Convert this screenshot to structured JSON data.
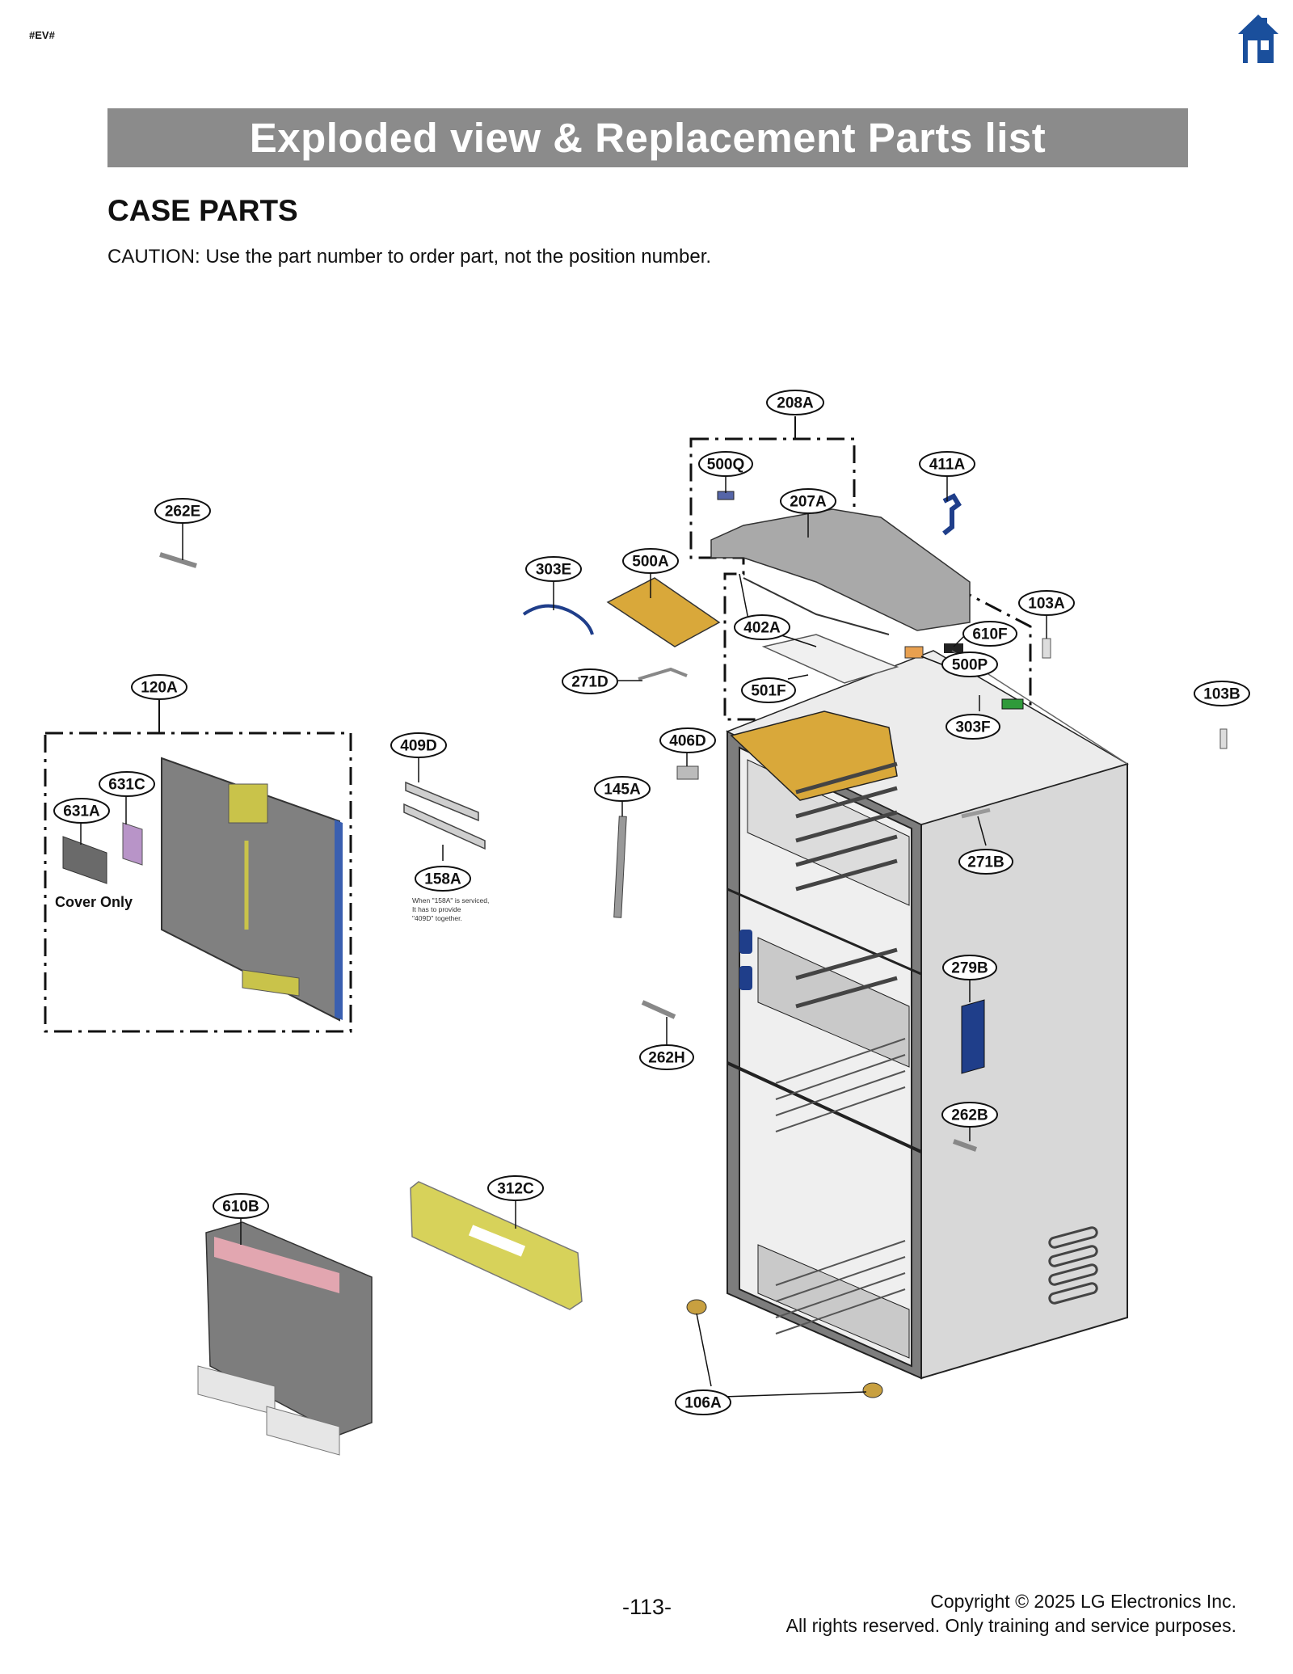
{
  "header": {
    "tag": "#EV#",
    "home_icon": "home-icon",
    "title": "Exploded view & Replacement Parts list"
  },
  "section": {
    "title": "CASE PARTS",
    "caution": "CAUTION: Use the part number to order part, not the position number."
  },
  "callouts": {
    "c208A": "208A",
    "c500Q": "500Q",
    "c411A": "411A",
    "c207A": "207A",
    "c262E": "262E",
    "c303E": "303E",
    "c500A": "500A",
    "c103A": "103A",
    "c402A": "402A",
    "c610F": "610F",
    "c500P": "500P",
    "c271D": "271D",
    "c501F": "501F",
    "c120A": "120A",
    "c103B": "103B",
    "c303F": "303F",
    "c409D": "409D",
    "c406D": "406D",
    "c631C": "631C",
    "c145A": "145A",
    "c631A": "631A",
    "c271B": "271B",
    "c158A": "158A",
    "c279B": "279B",
    "c262H": "262H",
    "c262B": "262B",
    "c312C": "312C",
    "c610B": "610B",
    "c106A": "106A"
  },
  "notes": {
    "cover_only": "Cover Only",
    "service_note_1": "When \"158A\" is serviced,",
    "service_note_2": "It has to provide",
    "service_note_3": "\"409D\" together."
  },
  "footer": {
    "page_number": "-113-",
    "copyright_line1": "Copyright © 2025 LG Electronics Inc.",
    "copyright_line2": "All rights reserved. Only training and service purposes."
  },
  "colors": {
    "banner": "#8b8b8b",
    "home_icon": "#1a4f9c",
    "board_yellow": "#d9a83a",
    "cover_blue": "#1f3e8a",
    "panel_gray": "#808080",
    "case_gray": "#d6d6d6",
    "pink_part": "#e2a6b0"
  }
}
